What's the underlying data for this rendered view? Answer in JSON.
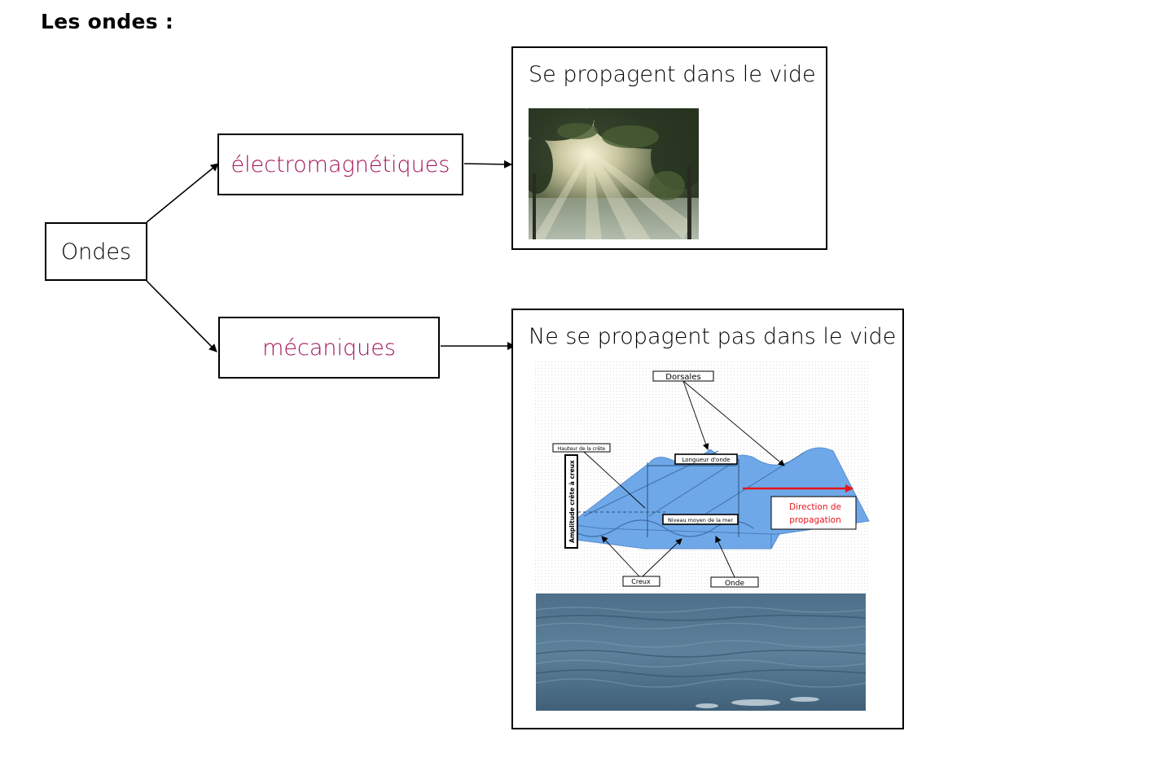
{
  "page": {
    "title": "Les ondes :"
  },
  "nodes": {
    "root": "Ondes",
    "electromagnetic": "électromagnétiques",
    "mechanical": "mécaniques"
  },
  "panels": {
    "electromagnetic": {
      "text": "Se propagent dans le vide"
    },
    "mechanical": {
      "text": "Ne se propagent pas dans le vide"
    }
  },
  "wave_diagram": {
    "labels": {
      "dorsales": "Dorsales",
      "hauteur": "Hauteur de la crête",
      "longueur": "Longueur d'onde",
      "amplitude": "Amplitude crête à creux",
      "niveau": "Niveau moyen de la mer",
      "direction_1": "Direction de",
      "direction_2": "propagation",
      "creux": "Creux",
      "onde": "Onde"
    }
  },
  "colors": {
    "accent": "#a3155a",
    "wave_blue": "#6fa8e8",
    "arrow_red": "#e8141b",
    "sea": "#5d7f98"
  }
}
